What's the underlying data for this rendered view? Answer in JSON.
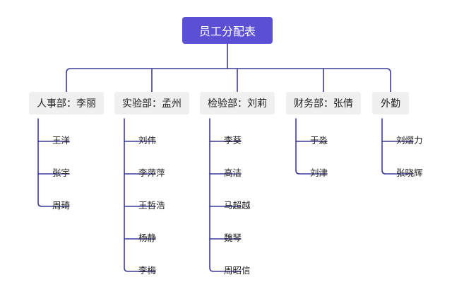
{
  "title": "员工分配表",
  "departments": [
    {
      "label": "人事部：李丽",
      "members": [
        "王洋",
        "张宇",
        "周琦"
      ]
    },
    {
      "label": "实验部：孟州",
      "members": [
        "刘伟",
        "李萍萍",
        "王哲浩",
        "杨静",
        "李梅"
      ]
    },
    {
      "label": "检验部：刘莉",
      "members": [
        "李葵",
        "高洁",
        "马超越",
        "魏琴",
        "周昭信"
      ]
    },
    {
      "label": "财务部：张倩",
      "members": [
        "于淼",
        "刘津"
      ]
    },
    {
      "label": "外勤",
      "members": [
        "刘熠力",
        "张晓辉"
      ]
    }
  ],
  "colors": {
    "root_fill": "#5b4fd4",
    "connector": "#3d3a9c",
    "dept_fill": "#f0f0f0"
  }
}
